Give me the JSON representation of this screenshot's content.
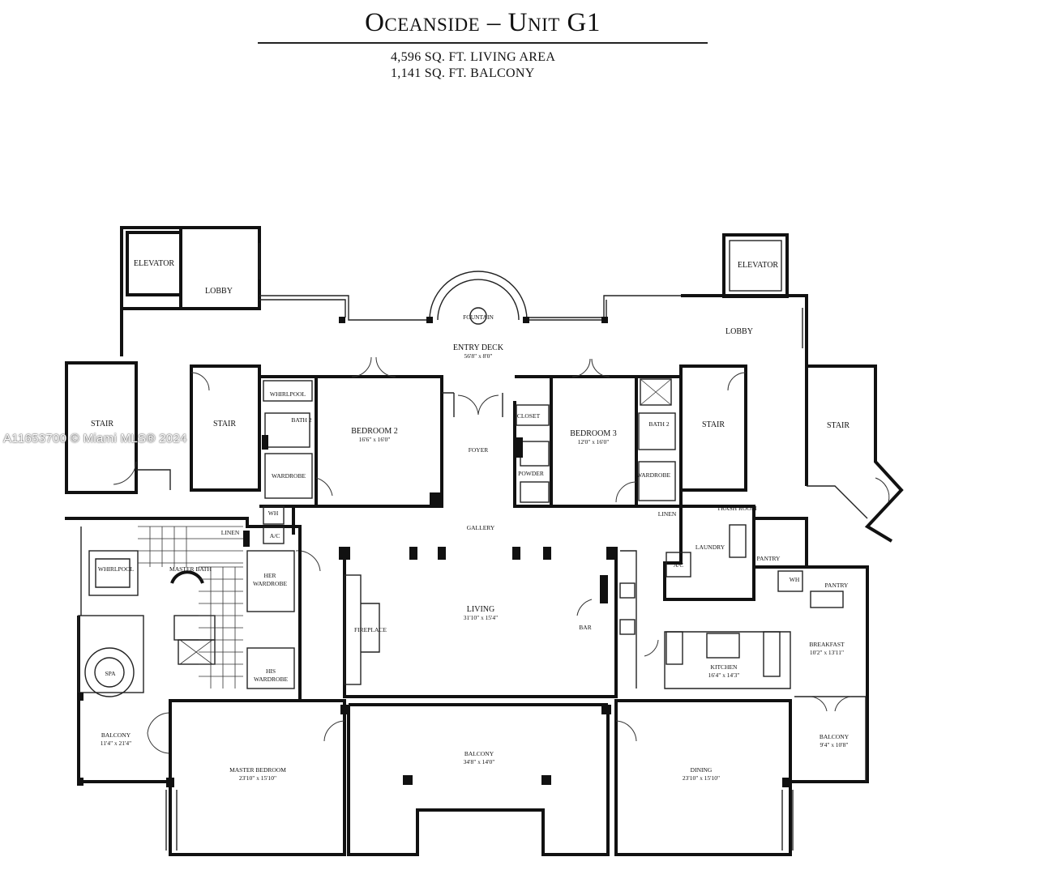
{
  "header": {
    "title": "Oceanside – Unit G1",
    "living_area": "4,596 SQ. FT. LIVING AREA",
    "balcony_area": "1,141 SQ. FT. BALCONY"
  },
  "watermark": "A11653700 © Miami MLS® 2024",
  "rooms": {
    "elevator_left": {
      "name": "ELEVATOR"
    },
    "lobby_left": {
      "name": "LOBBY"
    },
    "elevator_right": {
      "name": "ELEVATOR"
    },
    "lobby_right": {
      "name": "LOBBY"
    },
    "fountain": {
      "name": "FOUNTAIN"
    },
    "entry_deck": {
      "name": "ENTRY DECK",
      "dims": "56'8\" x 8'0\""
    },
    "stair_far_left": {
      "name": "STAIR"
    },
    "stair_left": {
      "name": "STAIR"
    },
    "stair_right": {
      "name": "STAIR"
    },
    "stair_far_right": {
      "name": "STAIR"
    },
    "whirlpool_bath2": {
      "name": "WHIRLPOOL"
    },
    "bath2_left": {
      "name": "BATH 2"
    },
    "wardrobe_left": {
      "name": "WARDROBE"
    },
    "bedroom2": {
      "name": "BEDROOM 2",
      "dims": "16'6\" x 16'0\""
    },
    "foyer": {
      "name": "FOYER"
    },
    "closet": {
      "name": "CLOSET"
    },
    "powder": {
      "name": "POWDER"
    },
    "bedroom3": {
      "name": "BEDROOM 3",
      "dims": "12'0\" x 16'0\""
    },
    "bath2_right": {
      "name": "BATH 2"
    },
    "wardrobe_right": {
      "name": "WARDROBE"
    },
    "wh_left": {
      "name": "WH"
    },
    "linen_left": {
      "name": "LINEN"
    },
    "ac_left": {
      "name": "A/C"
    },
    "gallery": {
      "name": "GALLERY"
    },
    "linen_right": {
      "name": "LINEN"
    },
    "trash_room": {
      "name": "TRASH ROOM"
    },
    "laundry": {
      "name": "LAUNDRY"
    },
    "ac_right": {
      "name": "A/C"
    },
    "pantry_upper": {
      "name": "PANTRY"
    },
    "wh_right": {
      "name": "WH"
    },
    "pantry_lower": {
      "name": "PANTRY"
    },
    "whirlpool_master": {
      "name": "WHIRLPOOL"
    },
    "master_bath": {
      "name": "MASTER BATH"
    },
    "her_wardrobe_1": {
      "name": "HER"
    },
    "her_wardrobe_2": {
      "name": "WARDROBE"
    },
    "his_wardrobe_1": {
      "name": "HIS"
    },
    "his_wardrobe_2": {
      "name": "WARDROBE"
    },
    "spa": {
      "name": "SPA"
    },
    "fireplace": {
      "name": "FIREPLACE"
    },
    "living": {
      "name": "LIVING",
      "dims": "31'10\" x 15'4\""
    },
    "bar": {
      "name": "BAR"
    },
    "kitchen": {
      "name": "KITCHEN",
      "dims": "16'4\" x 14'3\""
    },
    "breakfast": {
      "name": "BREAKFAST",
      "dims": "10'2\" x 13'11\""
    },
    "balcony_left": {
      "name": "BALCONY",
      "dims": "11'4\" x 21'4\""
    },
    "master_bedroom": {
      "name": "MASTER BEDROOM",
      "dims": "23'10\" x 15'10\""
    },
    "balcony_center": {
      "name": "BALCONY",
      "dims": "34'8\" x 14'0\""
    },
    "dining": {
      "name": "DINING",
      "dims": "23'10\" x 15'10\""
    },
    "balcony_right": {
      "name": "BALCONY",
      "dims": "9'4\" x 10'8\""
    }
  }
}
